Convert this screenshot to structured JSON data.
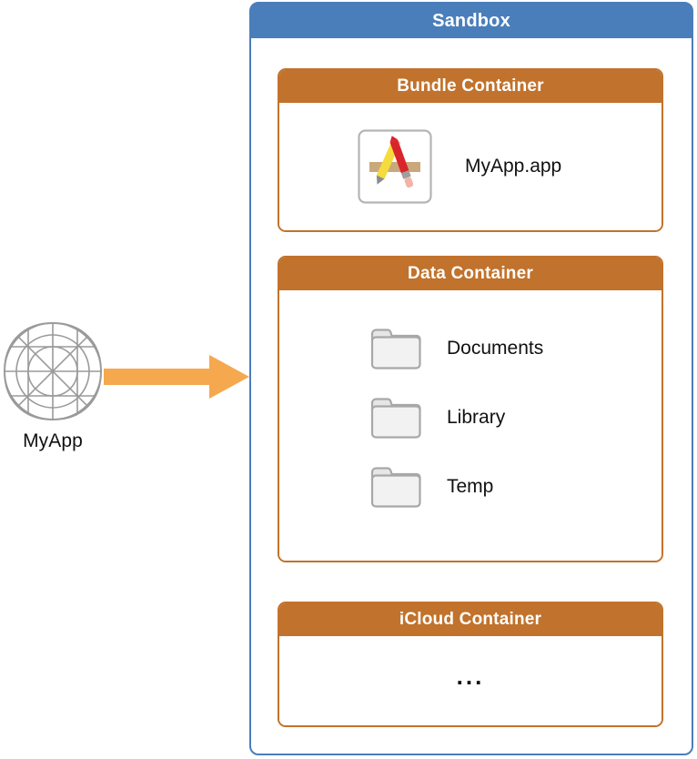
{
  "diagram": {
    "title": "Sandbox",
    "source": {
      "label": "MyApp",
      "icon": "app-template-grid-icon"
    },
    "arrow": {
      "icon": "right-arrow-icon",
      "color": "#F4A council"
    },
    "colors": {
      "sandbox_border": "#4A7EBB",
      "sandbox_header": "#4A7EBB",
      "container_border": "#C1722C",
      "container_header": "#C1722C",
      "arrow": "#F5A84E",
      "folder_fill": "#EFEFEF",
      "folder_stroke": "#A8A8A8",
      "text": "#111111",
      "header_text": "#FFFFFF"
    },
    "containers": [
      {
        "title": "Bundle Container",
        "items": [
          {
            "label": "MyApp.app",
            "icon": "xcode-app-icon"
          }
        ]
      },
      {
        "title": "Data Container",
        "items": [
          {
            "label": "Documents",
            "icon": "folder-icon"
          },
          {
            "label": "Library",
            "icon": "folder-icon"
          },
          {
            "label": "Temp",
            "icon": "folder-icon"
          }
        ]
      },
      {
        "title": "iCloud Container",
        "items": [],
        "placeholder": "..."
      }
    ]
  }
}
